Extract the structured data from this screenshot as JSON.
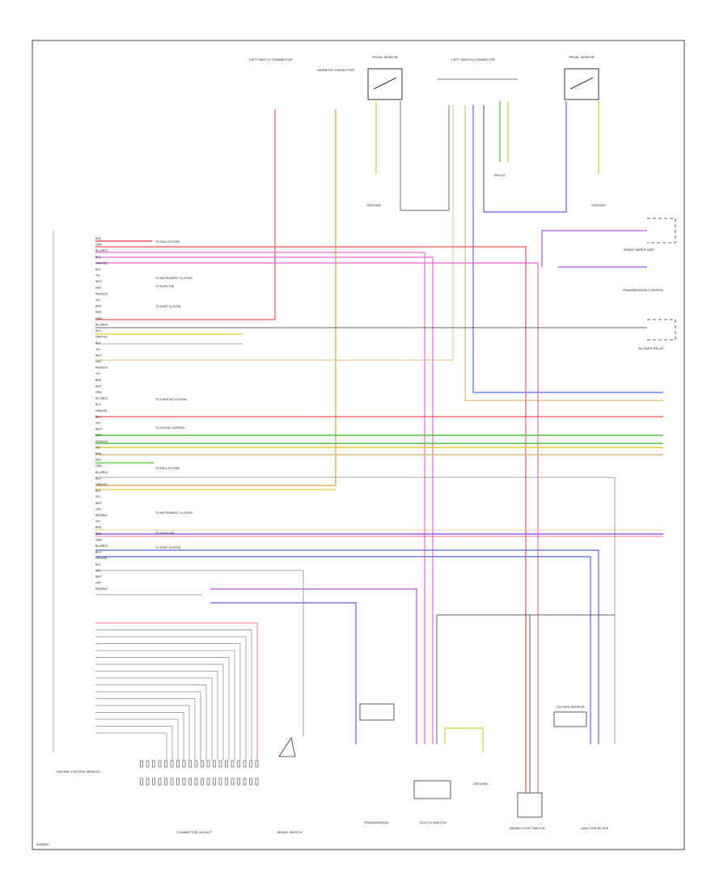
{
  "diagram": {
    "footer_code": "0000000",
    "module_label": "ENGINE CONTROL MODULE",
    "connector_label": "CONNECTOR LAYOUT",
    "components": {
      "left_switch": "LEFT SWITCH CONNECTOR",
      "harness_connector": "HARNESS CONNECTOR",
      "pedal_sensor_1": "PEDAL SENSOR",
      "left_switch_2": "LEFT SWITCH CONNECTOR",
      "pedal_sensor_2": "PEDAL SENSOR",
      "ground_1": "GROUND",
      "ground_2": "GROUND",
      "switch_splice": "SPLICE",
      "front_wiper": "FRONT WIPER UNIT",
      "trans_control": "TRANSMISSION CONTROL",
      "blower_relay": "BLOWER RELAY",
      "brake_switch": "BRAKE SWITCH",
      "transmission": "TRANSMISSION",
      "clutch_switch": "CLUTCH SWITCH",
      "ground_3": "GROUND",
      "brake_light_switch": "BRAKE LIGHT SWITCH",
      "oxygen_sensor": "OXYGEN SENSOR",
      "junction_block": "JUNCTION BLOCK"
    },
    "pin_texts": [
      "RED",
      "GRN",
      "BLU/RED",
      "BLU",
      "GRN/YEL",
      "BLK",
      "YEL",
      "WHT",
      "GRY",
      "RED/BLK",
      "VIO",
      "BRN"
    ],
    "note_texts": [
      "TO FUEL SYSTEM",
      "TO INSTRUMENT CLUSTER",
      "TO DATA LINK",
      "TO SHIFT SYSTEM",
      "TO STARTING SYSTEM",
      "TO CRUISE CONTROL"
    ]
  },
  "colors": {
    "red": "#ee5555",
    "pink": "#ee66dd",
    "orange": "#ee9933",
    "blue": "#5566ee",
    "violet": "#aa55ee",
    "green": "#55bb44",
    "yellow": "#ddcc33",
    "tan": "#ddbb77",
    "gray": "#888888",
    "black": "#333333"
  }
}
